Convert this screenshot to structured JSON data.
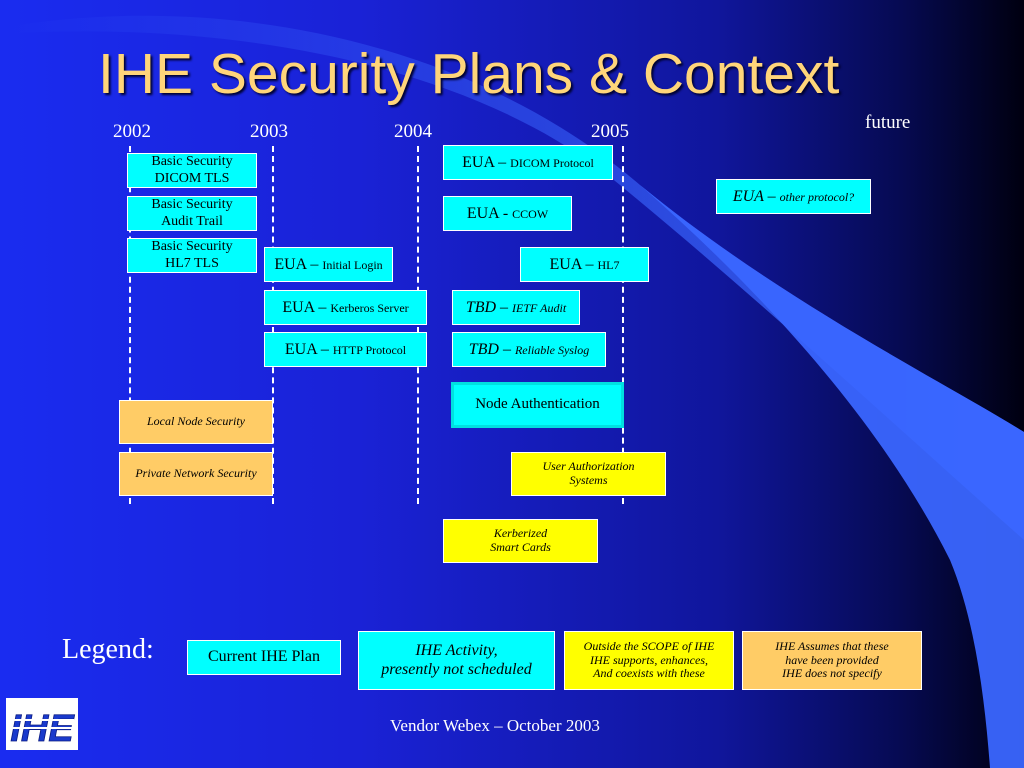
{
  "slide": {
    "title": "IHE Security Plans & Context",
    "future_label": "future",
    "footer": "Vendor Webex – October 2003",
    "logo_text": "IHE"
  },
  "years": [
    "2002",
    "2003",
    "2004",
    "2005"
  ],
  "boxes": {
    "basic_dicom": {
      "line1": "Basic Security",
      "line2": "DICOM TLS"
    },
    "basic_audit": {
      "line1": "Basic Security",
      "line2": "Audit Trail"
    },
    "basic_hl7": {
      "line1": "Basic Security",
      "line2": "HL7 TLS"
    },
    "eua_dicom": {
      "main": "EUA –",
      "sub": "DICOM Protocol"
    },
    "eua_ccow": {
      "main": "EUA -",
      "sub": "CCOW"
    },
    "eua_other": {
      "main": "EUA –",
      "sub": "other protocol?"
    },
    "eua_login": {
      "main": "EUA –",
      "sub": "Initial Login"
    },
    "eua_hl7": {
      "main": "EUA –",
      "sub": "HL7"
    },
    "eua_kerberos": {
      "main": "EUA –",
      "sub": "Kerberos Server"
    },
    "tbd_ietf": {
      "main": "TBD –",
      "sub": "IETF Audit"
    },
    "eua_http": {
      "main": "EUA –",
      "sub": "HTTP Protocol"
    },
    "tbd_syslog": {
      "main": "TBD –",
      "sub": "Reliable Syslog"
    },
    "node_auth": {
      "label": "Node Authentication"
    },
    "local_node": {
      "label": "Local Node Security"
    },
    "private_network": {
      "label": "Private Network Security"
    },
    "user_auth": {
      "line1": "User Authorization",
      "line2": "Systems"
    },
    "kerberized": {
      "line1": "Kerberized",
      "line2": "Smart Cards"
    }
  },
  "legend": {
    "label": "Legend:",
    "current_plan": "Current IHE Plan",
    "activity": {
      "line1": "IHE Activity,",
      "line2": "presently not scheduled"
    },
    "outside": {
      "line1": "Outside the SCOPE of IHE",
      "line2": "IHE supports, enhances,",
      "line3": "And coexists with these"
    },
    "assumes": {
      "line1": "IHE Assumes that these",
      "line2": "have been provided",
      "line3": "IHE does not specify"
    }
  },
  "colors": {
    "title": "#ffd57a",
    "current_plan": "#00ffff",
    "unscheduled_activity": "#00ffff",
    "outside_scope": "#ffff00",
    "assumed": "#ffcc66",
    "swoosh": "#3a66ff"
  }
}
